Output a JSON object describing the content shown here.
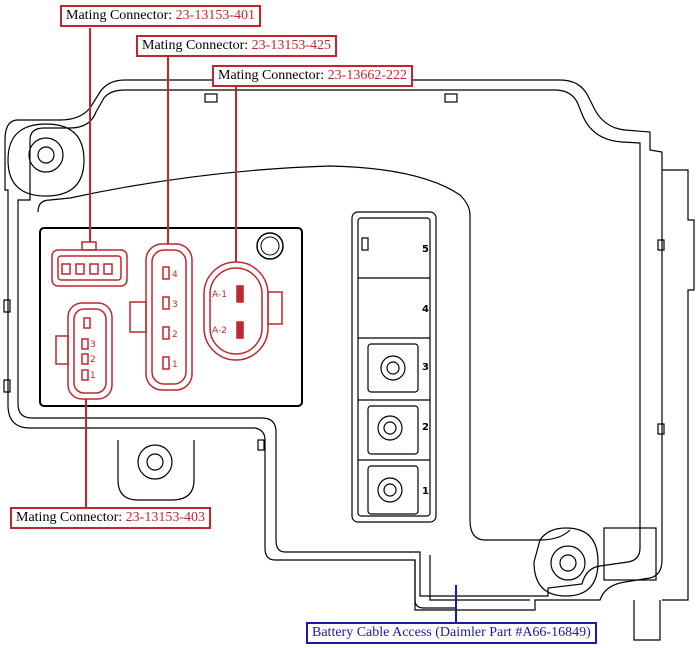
{
  "callouts": [
    {
      "label": "Mating Connector:",
      "part": "23-13153-401"
    },
    {
      "label": "Mating Connector:",
      "part": "23-13153-425"
    },
    {
      "label": "Mating Connector:",
      "part": "23-13662-222"
    },
    {
      "label": "Mating Connector:",
      "part": "23-13153-403"
    }
  ],
  "battery_callout": {
    "label": "Battery Cable Access (Daimler Part #A66-16849)"
  },
  "connector_425_pins": [
    "4",
    "3",
    "2",
    "1"
  ],
  "connector_222_pins": [
    "A-1",
    "A-2"
  ],
  "connector_403_pins": [
    "3",
    "2",
    "1"
  ],
  "slot_numbers": [
    "5",
    "4",
    "3",
    "2",
    "1"
  ],
  "colors": {
    "connector": "#c0272d",
    "battery": "#1a1aa0",
    "housing": "#000000"
  }
}
